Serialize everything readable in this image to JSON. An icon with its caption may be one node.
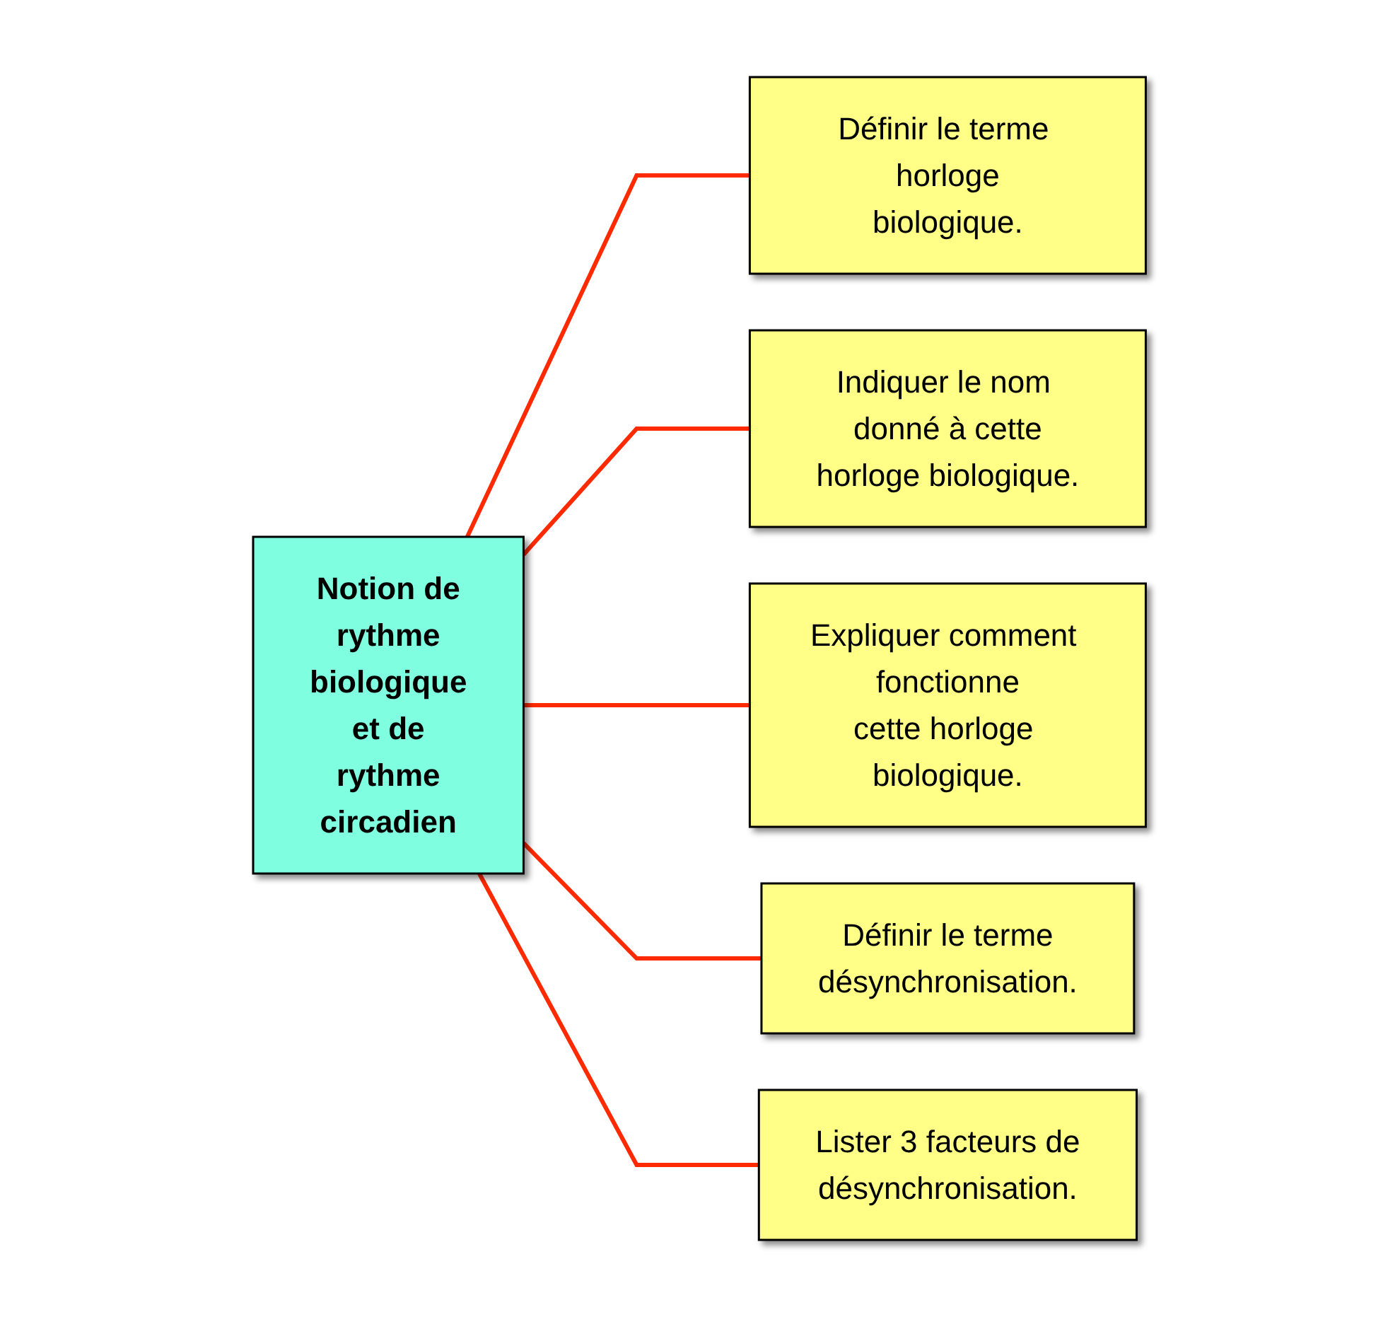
{
  "diagram": {
    "nodes": [
      {
        "text": [
          "Notion de rythme biologique et de rythme circadien"
        ]
      },
      {
        "text": [
          "Définir le terme horloge biologique."
        ]
      },
      {
        "text": [
          "Indiquer le nom donné à cette horloge biologique."
        ]
      },
      {
        "text": [
          "Expliquer comment fonctionne cette horloge biologique."
        ]
      },
      {
        "text": [
          "Définir le terme désynchronisation."
        ]
      },
      {
        "text": [
          "Lister 3 facteurs de désynchronisation."
        ]
      }
    ],
    "edges": [
      {
        "from": 0,
        "to": 1,
        "arrow": "none",
        "color": "#ff2a00"
      },
      {
        "from": 0,
        "to": 2,
        "arrow": "none",
        "color": "#ff2a00"
      },
      {
        "from": 0,
        "to": 3,
        "arrow": "none",
        "color": "#ff2a00"
      },
      {
        "from": 0,
        "to": 4,
        "arrow": "none",
        "color": "#ff2a00"
      },
      {
        "from": 0,
        "to": 5,
        "arrow": "none",
        "color": "#ff2a00"
      }
    ]
  }
}
